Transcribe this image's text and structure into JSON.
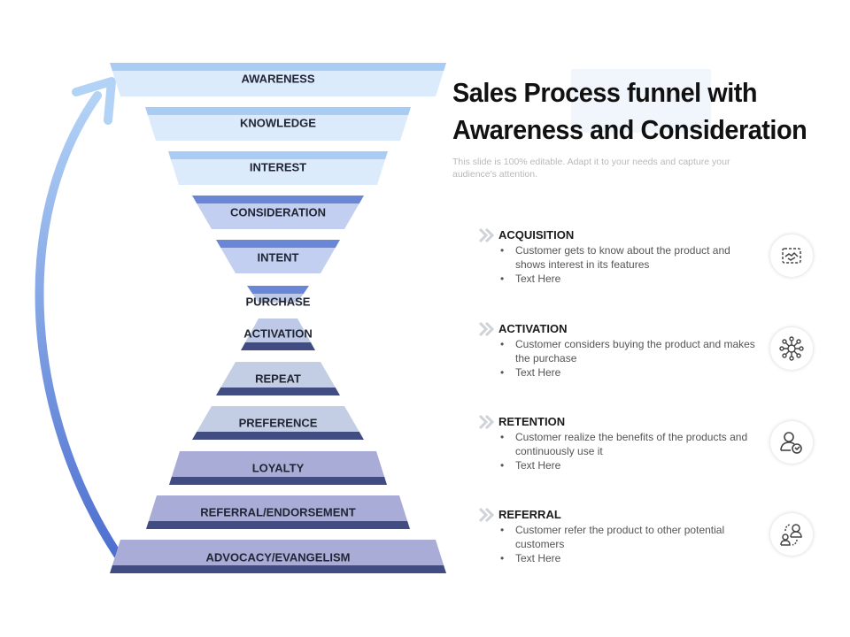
{
  "funnel": {
    "stages": [
      {
        "label": "AWARENESS",
        "color": "#dcebfc"
      },
      {
        "label": "KNOWLEDGE",
        "color": "#dcebfc"
      },
      {
        "label": "INTEREST",
        "color": "#dcebfc"
      },
      {
        "label": "CONSIDERATION",
        "color": "#c3cff0"
      },
      {
        "label": "INTENT",
        "color": "#c3cff0"
      },
      {
        "label": "PURCHASE",
        "color": "#bdc9e6"
      },
      {
        "label": "ACTIVATION",
        "color": "#bdc9e6"
      },
      {
        "label": "REPEAT",
        "color": "#c3cde3"
      },
      {
        "label": "PREFERENCE",
        "color": "#c3cde3"
      },
      {
        "label": "LOYALTY",
        "color": "#a9acd6"
      },
      {
        "label": "REFERRAL/ENDORSEMENT",
        "color": "#a9acd6"
      },
      {
        "label": "ADVOCACY/EVANGELISM",
        "color": "#a9acd6"
      }
    ],
    "accent_light": "#a9ccf4",
    "accent_mid": "#6a87d7",
    "accent_dark": "#404c82"
  },
  "title": {
    "line1": "Sales Process funnel with",
    "line2": "Awareness and Consideration"
  },
  "subtitle": "This slide is 100% editable. Adapt it to your needs and capture your audience's attention.",
  "steps": [
    {
      "title": "ACQUISITION",
      "bullets": [
        "Customer gets to know about the product and shows interest in its features",
        "Text Here"
      ],
      "icon": "handshake-icon"
    },
    {
      "title": "ACTIVATION",
      "bullets": [
        "Customer considers buying the product and makes the purchase",
        "Text Here"
      ],
      "icon": "network-icon"
    },
    {
      "title": "RETENTION",
      "bullets": [
        "Customer realize the benefits of the products and continuously use it",
        "Text Here"
      ],
      "icon": "user-sync-icon"
    },
    {
      "title": "REFERRAL",
      "bullets": [
        "Customer refer the product to other potential customers",
        "Text Here"
      ],
      "icon": "users-referral-icon"
    }
  ]
}
